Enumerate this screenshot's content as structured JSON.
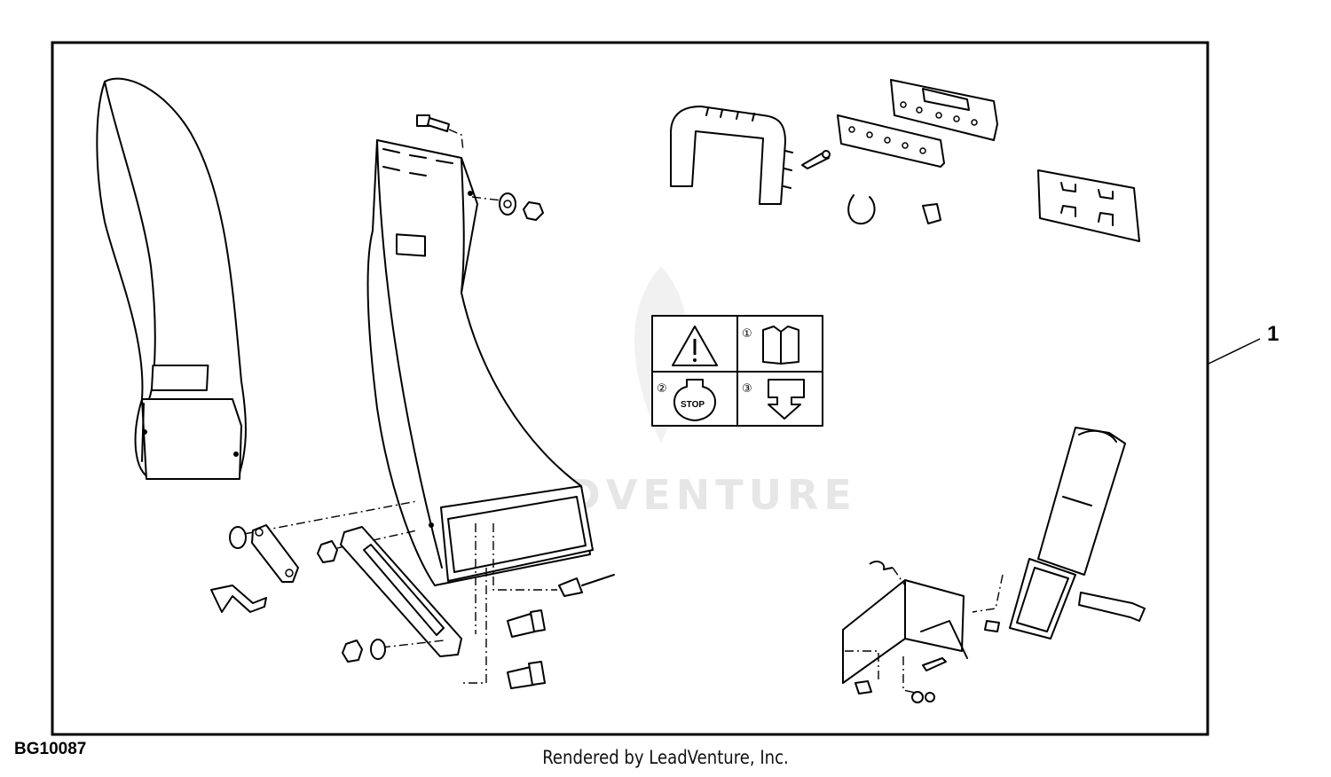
{
  "diagram": {
    "callout": "1",
    "drawing_code": "BG10087",
    "watermark": "LEADVENTURE",
    "credit": "Rendered by LeadVenture, Inc.",
    "decal": {
      "step1": "①",
      "step2": "②",
      "step3": "③",
      "stop_text": "STOP"
    }
  }
}
